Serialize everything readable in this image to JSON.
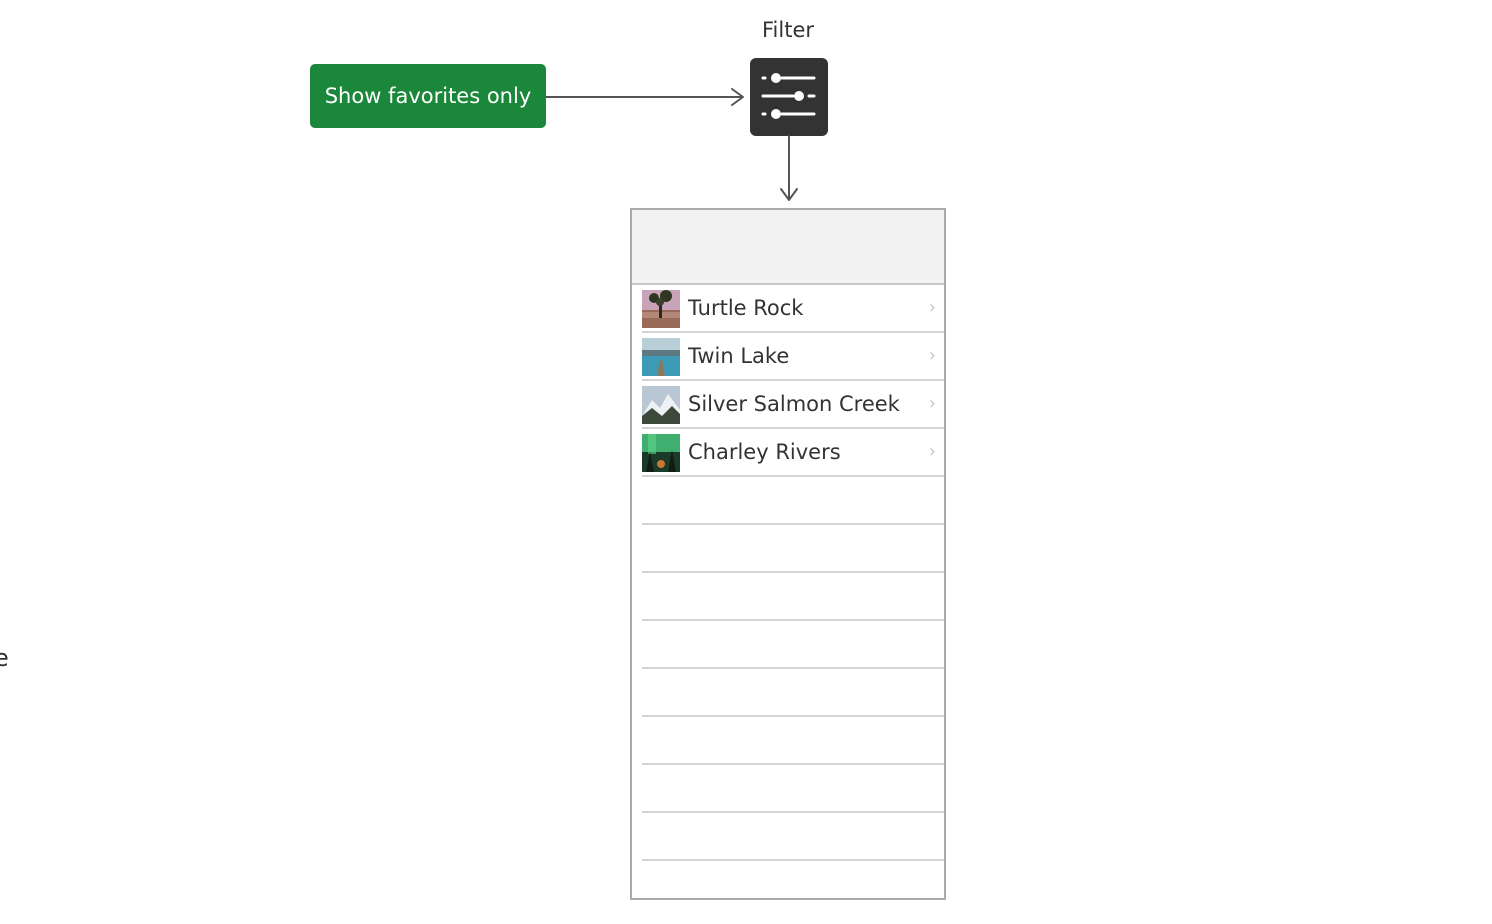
{
  "edge_fragments": [
    ".",
    "e"
  ],
  "filter": {
    "label": "Filter",
    "icon": "sliders-icon"
  },
  "favorites_button": {
    "label": "Show favorites only"
  },
  "list": {
    "rows": [
      {
        "name": "Turtle Rock",
        "thumbnail": "desert-tree-photo"
      },
      {
        "name": "Twin Lake",
        "thumbnail": "lake-dock-photo"
      },
      {
        "name": "Silver Salmon Creek",
        "thumbnail": "snowy-mountain-photo"
      },
      {
        "name": "Charley Rivers",
        "thumbnail": "aurora-forest-photo"
      }
    ],
    "empty_rows": 9,
    "chevron_icon": "chevron-right-icon"
  },
  "colors": {
    "button_green": "#1b873a",
    "icon_bg": "#333333",
    "line": "#555555"
  }
}
